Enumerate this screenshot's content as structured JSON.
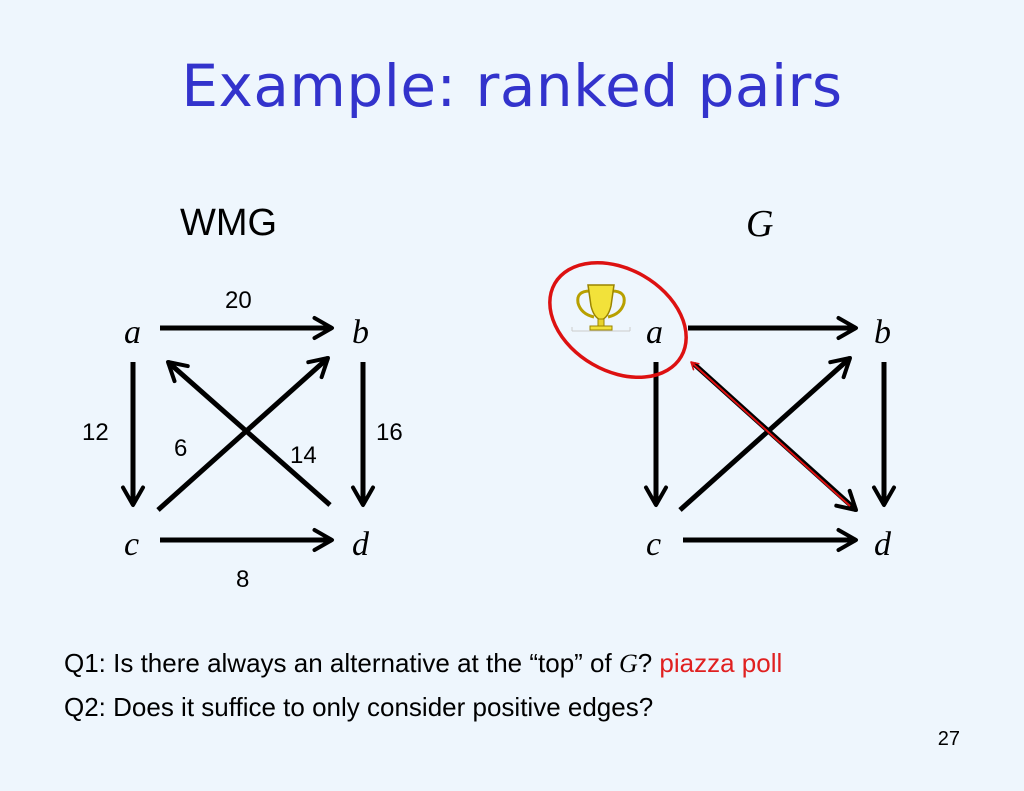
{
  "slide": {
    "title": "Example: ranked pairs",
    "page_number": "27"
  },
  "wmg": {
    "heading": "WMG",
    "nodes": {
      "a": "a",
      "b": "b",
      "c": "c",
      "d": "d"
    },
    "edges": [
      {
        "from": "a",
        "to": "b",
        "weight": "20"
      },
      {
        "from": "a",
        "to": "c",
        "weight": "12"
      },
      {
        "from": "b",
        "to": "d",
        "weight": "16"
      },
      {
        "from": "c",
        "to": "d",
        "weight": "8"
      },
      {
        "from": "c",
        "to": "b",
        "weight": "6"
      },
      {
        "from": "d",
        "to": "a",
        "weight": "14"
      }
    ]
  },
  "graph_g": {
    "heading": "G",
    "nodes": {
      "a": "a",
      "b": "b",
      "c": "c",
      "d": "d"
    },
    "edges": [
      {
        "from": "a",
        "to": "b"
      },
      {
        "from": "a",
        "to": "c"
      },
      {
        "from": "b",
        "to": "d"
      },
      {
        "from": "c",
        "to": "d"
      },
      {
        "from": "c",
        "to": "b"
      },
      {
        "from": "a",
        "to": "d"
      }
    ],
    "highlight_color": "#dd1111",
    "winner_icon": "trophy-icon"
  },
  "questions": {
    "q1_prefix": "Q1: Is there always an alternative at the “top” of ",
    "q1_var": "G",
    "q1_suffix": "? ",
    "q1_poll": "piazza poll",
    "q2": "Q2: Does it suffice to only consider positive edges?"
  },
  "colors": {
    "title": "#3333cc",
    "background": "#eef6fd",
    "poll": "#e02020"
  }
}
